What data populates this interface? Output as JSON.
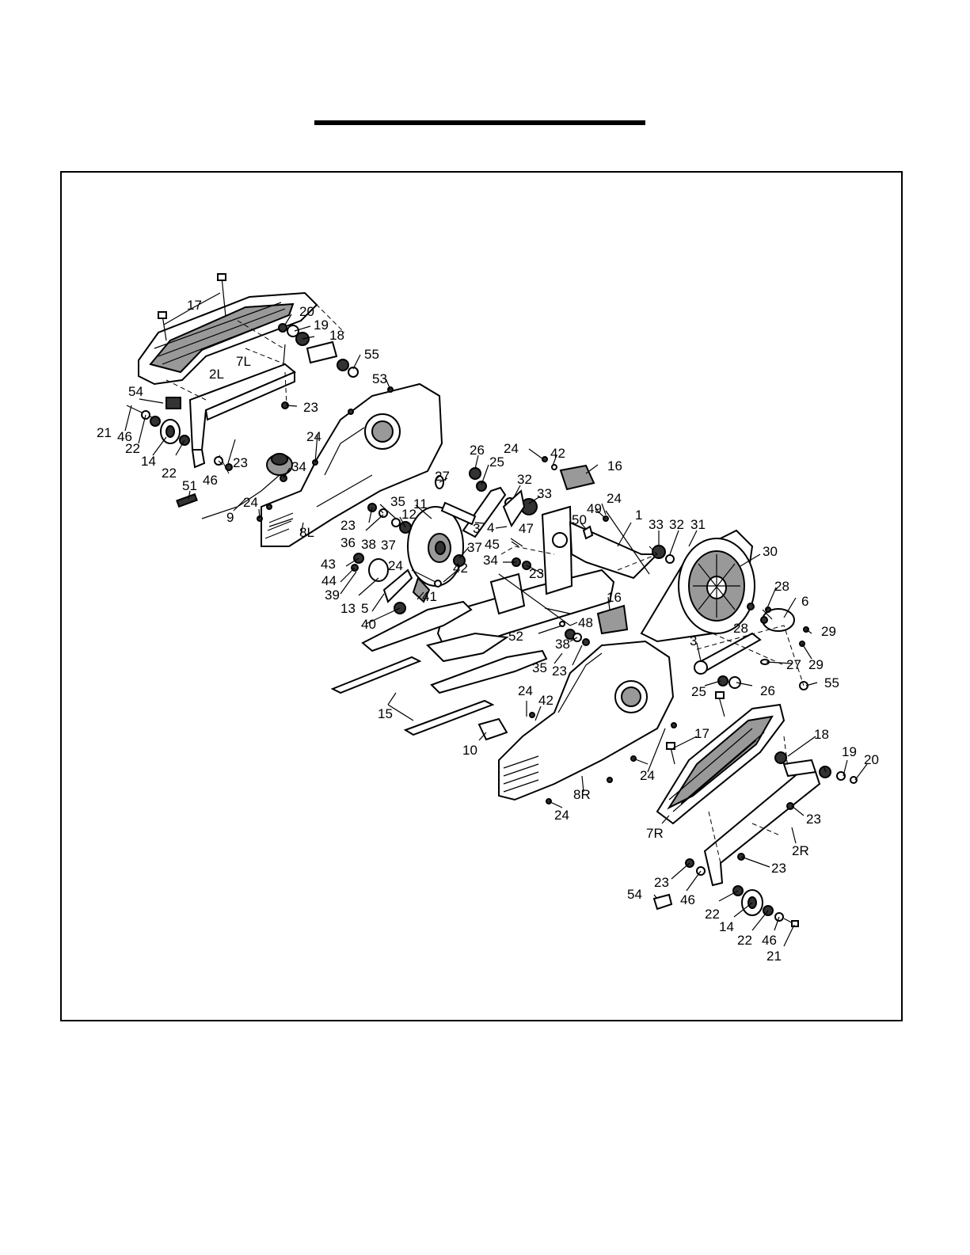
{
  "labels": {
    "p17a": "17",
    "p20a": "20",
    "p19a": "19",
    "p18a": "18",
    "p55a": "55",
    "p7L": "7L",
    "p2L": "2L",
    "p53": "53",
    "p54a": "54",
    "p23a": "23",
    "p21a": "21",
    "p46a": "46",
    "p22a": "22",
    "p14a": "14",
    "p22b": "22",
    "p46b": "46",
    "p23b": "23",
    "p24a": "24",
    "p34a": "34",
    "p51": "51",
    "p9": "9",
    "p24b": "24",
    "p8L": "8L",
    "p23c": "23",
    "p35a": "35",
    "p12": "12",
    "p36": "36",
    "p38a": "38",
    "p37a": "37",
    "p11": "11",
    "p37b": "37",
    "p26a": "26",
    "p25a": "25",
    "p27a": "27",
    "p24c": "24",
    "p42a": "42",
    "p16a": "16",
    "p32a": "32",
    "p33a": "33",
    "p3a": "3",
    "p4": "4",
    "p47": "47",
    "p45": "45",
    "p50": "50",
    "p49": "49",
    "p24d": "24",
    "p1": "1",
    "p33b": "33",
    "p32b": "32",
    "p31": "31",
    "p30": "30",
    "p34b": "34",
    "p23d": "23",
    "p43": "43",
    "p44": "44",
    "p39": "39",
    "p13": "13",
    "p5": "5",
    "p41": "41",
    "p24e": "24",
    "p42b": "42",
    "p40": "40",
    "p16b": "16",
    "p48": "48",
    "p52": "52",
    "p38b": "38",
    "p35b": "35",
    "p23e": "23",
    "p28a": "28",
    "p28b": "28",
    "p6": "6",
    "p29a": "29",
    "p29b": "29",
    "p3b": "3",
    "p27b": "27",
    "p25b": "25",
    "p26b": "26",
    "p55b": "55",
    "p15": "15",
    "p24f": "24",
    "p42c": "42",
    "p10": "10",
    "p8R": "8R",
    "p24g": "24",
    "p24h": "24",
    "p17b": "17",
    "p18b": "18",
    "p19b": "19",
    "p20b": "20",
    "p7R": "7R",
    "p23f": "23",
    "p2R": "2R",
    "p23g": "23",
    "p23h": "23",
    "p46c": "46",
    "p54b": "54",
    "p22c": "22",
    "p14b": "14",
    "p22d": "22",
    "p46d": "46",
    "p21b": "21"
  }
}
